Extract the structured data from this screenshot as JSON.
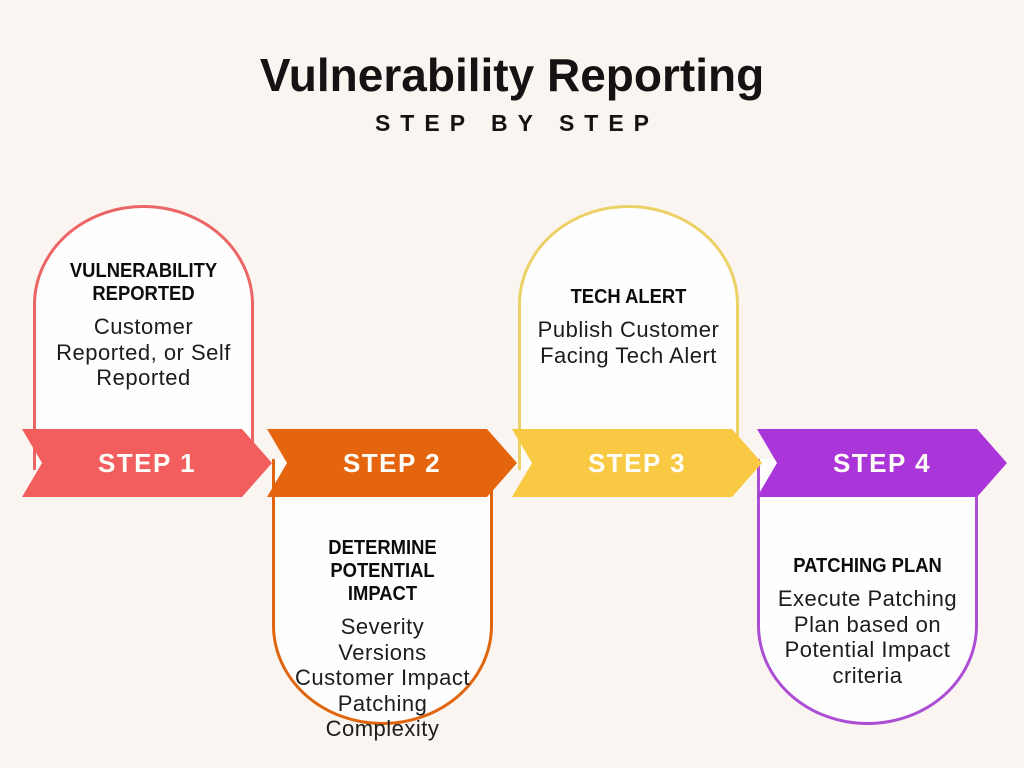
{
  "header": {
    "title": "Vulnerability Reporting",
    "subtitle": "STEP BY STEP"
  },
  "background_color": "#fbf5f2",
  "dome_fill_color": "#fffefe",
  "banner_text_color": "#fffdf8",
  "steps": [
    {
      "label": "STEP 1",
      "heading": "VULNERABILITY\nREPORTED",
      "description": "Customer\nReported, or Self\nReported",
      "banner_color": "#f25e5e",
      "border_color": "#ec6565",
      "dome_position": "top"
    },
    {
      "label": "STEP 2",
      "heading": "DETERMINE POTENTIAL\nIMPACT",
      "description": "Severity\nVersions\nCustomer Impact\nPatching\nComplexity",
      "banner_color": "#e4650e",
      "border_color": "#df660f",
      "dome_position": "bottom"
    },
    {
      "label": "STEP 3",
      "heading": "TECH ALERT",
      "description": "Publish Customer\nFacing Tech Alert",
      "banner_color": "#f9c943",
      "border_color": "#ecd166",
      "dome_position": "top"
    },
    {
      "label": "STEP 4",
      "heading": "PATCHING PLAN",
      "description": "Execute Patching\nPlan based on\nPotential Impact\ncriteria",
      "banner_color": "#aa35d8",
      "border_color": "#ab4ed3",
      "dome_position": "bottom"
    }
  ]
}
